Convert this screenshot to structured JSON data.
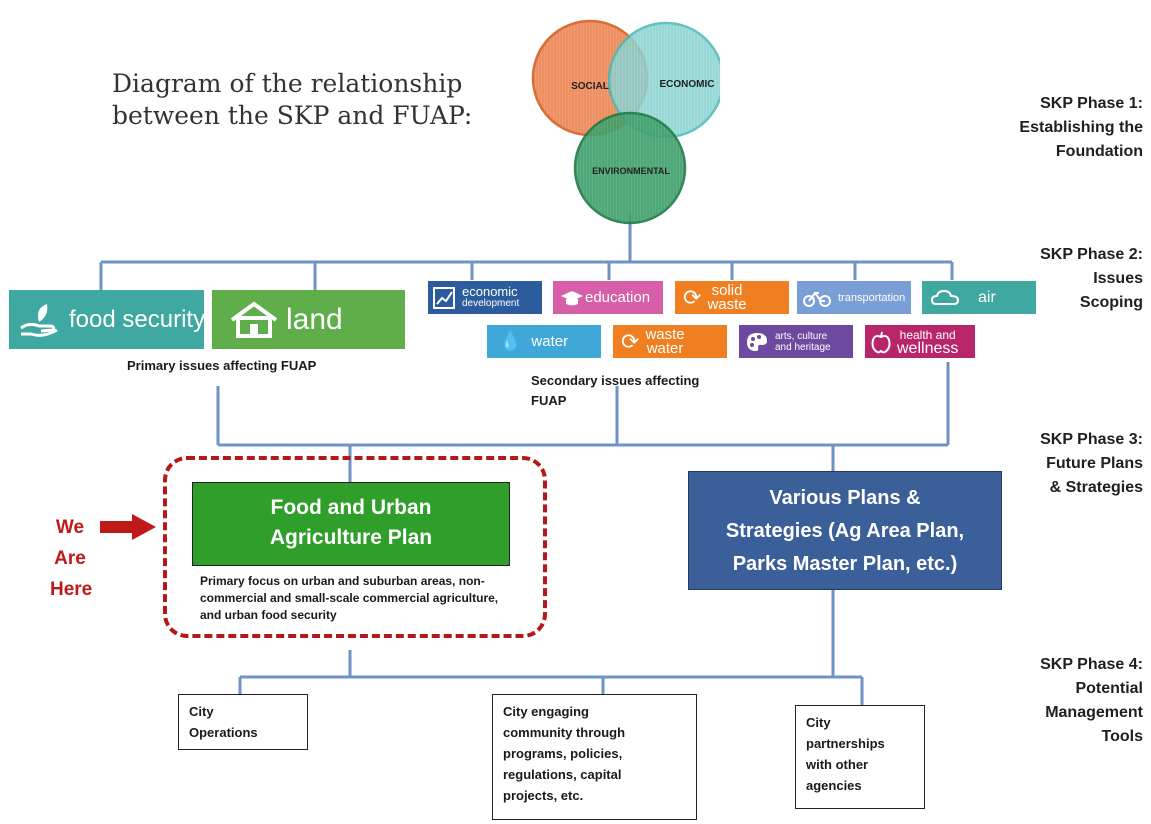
{
  "title": [
    "Diagram of the relationship",
    "between the SKP and FUAP:"
  ],
  "venn": {
    "social": "SOCIAL",
    "economic": "ECONOMIC",
    "environmental": "ENVIRONMENTAL"
  },
  "phases": {
    "p1": [
      "SKP Phase 1:",
      "Establishing the",
      "Foundation"
    ],
    "p2": [
      "SKP Phase 2:",
      "Issues",
      "Scoping"
    ],
    "p3": [
      "SKP Phase 3:",
      "Future Plans",
      "& Strategies"
    ],
    "p4": [
      "SKP Phase 4:",
      "Potential",
      "Management",
      "Tools"
    ]
  },
  "primary_tiles": {
    "food_security": "food security",
    "land": "land"
  },
  "primary_label": "Primary issues affecting FUAP",
  "secondary_tiles": {
    "economic_development": [
      "economic",
      "development"
    ],
    "education": "education",
    "solid_waste": [
      "solid",
      "waste"
    ],
    "transportation": "transportation",
    "air": "air",
    "water": "water",
    "waste_water": [
      "waste",
      "water"
    ],
    "arts_culture": [
      "arts, culture",
      "and heritage"
    ],
    "health_wellness": [
      "health and",
      "wellness"
    ]
  },
  "secondary_label": [
    "Secondary issues affecting",
    "FUAP"
  ],
  "fuap_box": [
    "Food and Urban",
    "Agriculture Plan"
  ],
  "fuap_focus": [
    "Primary focus on urban and suburban areas, non-",
    "commercial and small-scale commercial agriculture,",
    "and urban food security"
  ],
  "we_are_here": [
    "We",
    "Are",
    "Here"
  ],
  "various_box": [
    "Various Plans  &",
    "Strategies  (Ag Area Plan,",
    "Parks Master Plan, etc.)"
  ],
  "tools": {
    "city_operations": [
      "City",
      "Operations"
    ],
    "city_engaging": [
      "City engaging",
      "community through",
      "programs, policies,",
      "regulations, capital",
      "projects, etc."
    ],
    "city_partnerships": [
      "City",
      "partnerships",
      "with other",
      "agencies"
    ]
  },
  "colors": {
    "connector": "#6f93c6",
    "food_tile": "#3fa8a0",
    "land_tile": "#5fae4a",
    "fuap": "#2f9e2a",
    "various": "#3a5f99",
    "we_are_here": "#c0191a"
  }
}
